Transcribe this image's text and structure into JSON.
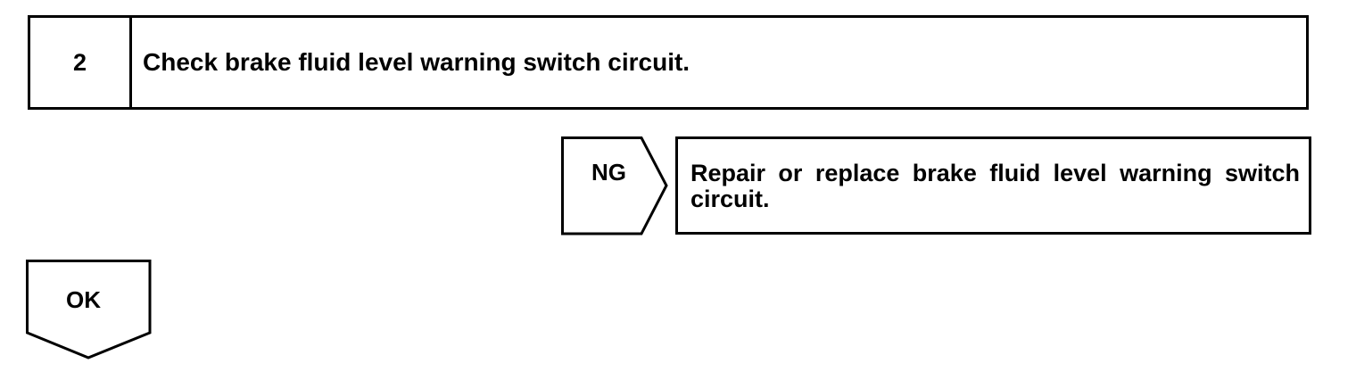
{
  "step": {
    "number": "2",
    "title": "Check brake fluid level warning switch circuit."
  },
  "ng_branch": {
    "label": "NG",
    "result": "Repair or replace brake fluid level warning switch circuit."
  },
  "ok_branch": {
    "label": "OK"
  }
}
